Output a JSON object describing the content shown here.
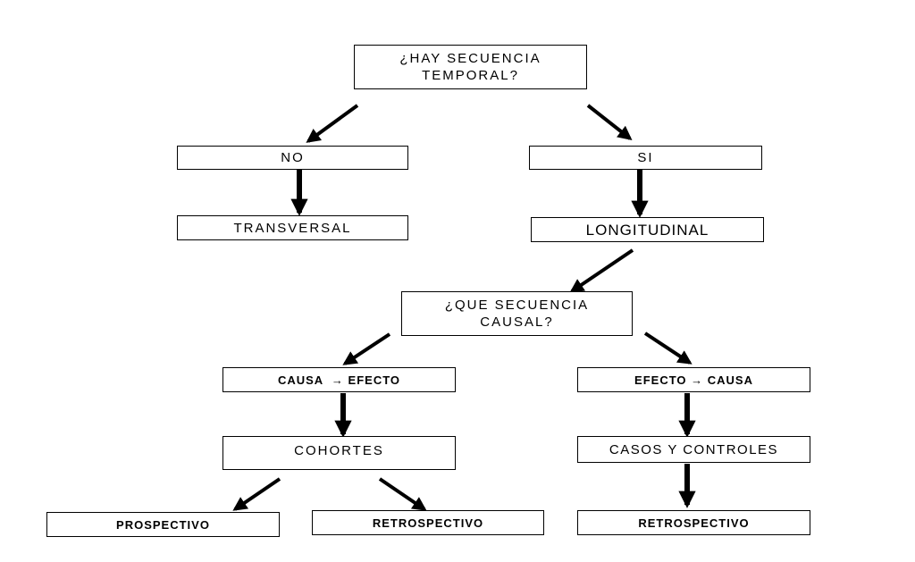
{
  "nodes": {
    "q_temporal": {
      "line1": "¿HAY SECUENCIA",
      "line2": "TEMPORAL?"
    },
    "no": "NO",
    "si": "SI",
    "transversal": "TRANSVERSAL",
    "longitudinal": "LONGITUDINAL",
    "q_causal": {
      "line1": "¿QUE SECUENCIA",
      "line2": "CAUSAL?"
    },
    "causa_efecto": "CAUSA  → EFECTO",
    "efecto_causa": "EFECTO → CAUSA",
    "cohortes": "COHORTES",
    "casos_controles": "CASOS Y CONTROLES",
    "prospectivo": "PROSPECTIVO",
    "retrospectivo_cohortes": "RETROSPECTIVO",
    "retrospectivo_casos": "RETROSPECTIVO"
  },
  "colors": {
    "line": "#000000",
    "background": "#ffffff"
  }
}
